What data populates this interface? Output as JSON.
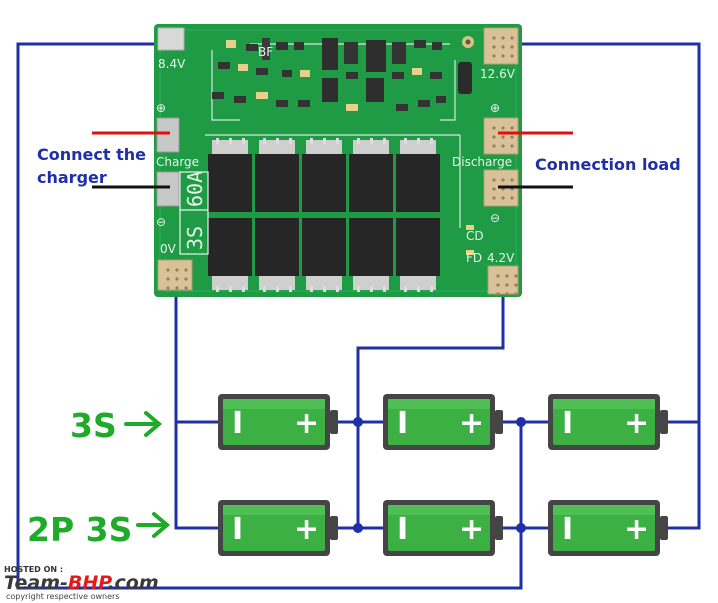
{
  "board": {
    "model_line1": "3S",
    "model_line2": "60A",
    "pad_84": "8.4V",
    "pad_126": "12.6V",
    "pad_0v": "0V",
    "pad_42": "4.2V",
    "charge": "Charge",
    "discharge": "Discharge",
    "plus": "⊕",
    "minus": "⊖",
    "bf": "BF",
    "cd": "CD",
    "fd": "FD"
  },
  "labels": {
    "charger_line1": "Connect the",
    "charger_line2": "charger",
    "load": "Connection load",
    "row1": "3S",
    "row2": "2P 3S"
  },
  "battery": {
    "minus": "I",
    "plus": "+"
  },
  "watermark": {
    "hosted": "HOSTED ON :",
    "brand_a": "Team-",
    "brand_b": "BHP",
    "brand_c": ".com",
    "copyright": "copyright respective owners"
  },
  "colors": {
    "wire": "#1f2fa8",
    "label_blue": "#1f2fa8",
    "label_green": "#1faa2a",
    "pcb": "#1f9a45",
    "battery_body": "#3cb043",
    "battery_frame": "#454545",
    "red_wire": "#e01010",
    "black_wire": "#111111"
  }
}
